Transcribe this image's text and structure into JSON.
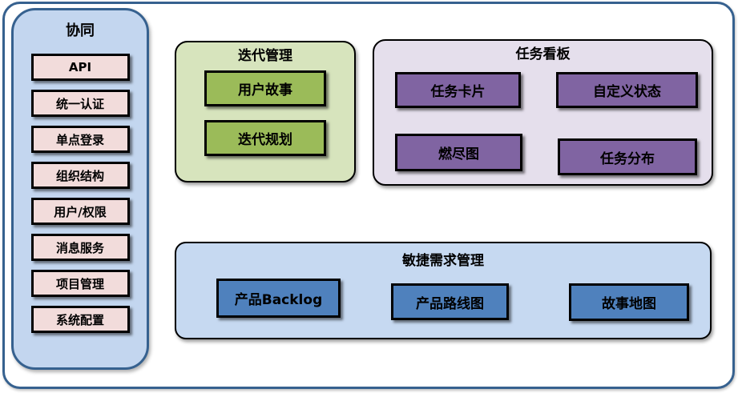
{
  "colors": {
    "frame_border": "#36618F",
    "sidebar_fill": "#C3D6EF",
    "pink_item": "#F2DCDB",
    "green_panel": "#D7E4BD",
    "green_item": "#9BBB59",
    "purple_panel": "#E5DFEC",
    "purple_item": "#8064A2",
    "blue_panel": "#C6D9F1",
    "blue_item": "#4F81BD",
    "item_border": "#000000",
    "text": "#000000"
  },
  "sidebar": {
    "title": "协同",
    "items": [
      "API",
      "统一认证",
      "单点登录",
      "组织结构",
      "用户/权限",
      "消息服务",
      "项目管理",
      "系统配置"
    ]
  },
  "panels": {
    "iteration": {
      "title": "迭代管理",
      "items": [
        "用户故事",
        "迭代规划"
      ]
    },
    "kanban": {
      "title": "任务看板",
      "items": [
        "任务卡片",
        "自定义状态",
        "燃尽图",
        "任务分布"
      ]
    },
    "agile": {
      "title": "敏捷需求管理",
      "items": [
        "产品Backlog",
        "产品路线图",
        "故事地图"
      ]
    }
  }
}
